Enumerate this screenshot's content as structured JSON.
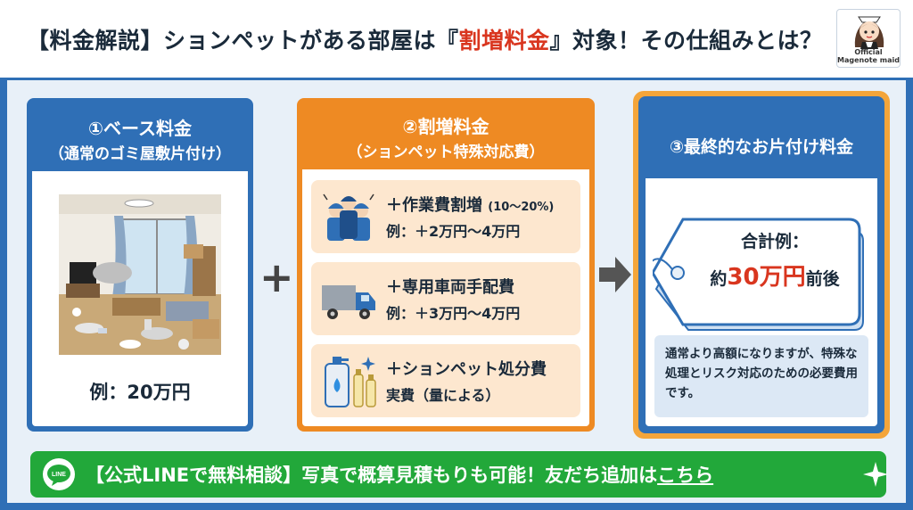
{
  "header": {
    "title_prefix": "【料金解説】ションペットがある部屋は『",
    "title_highlight": "割増料金",
    "title_suffix": "』対象！その仕組みとは？",
    "mascot_label_1": "Official",
    "mascot_label_2": "Magenote maid"
  },
  "box1": {
    "title": "①ベース料金",
    "subtitle": "（通常のゴミ屋敷片付け）",
    "example": "例：20万円"
  },
  "plus_sign": "+",
  "box2": {
    "title": "②割増料金",
    "subtitle": "（ションペット特殊対応費）",
    "items": [
      {
        "label": "＋作業費割増",
        "note": "(10〜20%)",
        "detail": "例：＋2万円〜4万円",
        "icon": "workers-icon"
      },
      {
        "label": "＋専用車両手配費",
        "note": "",
        "detail": "例：＋3万円〜4万円",
        "icon": "truck-icon"
      },
      {
        "label": "＋ションペット処分費",
        "note": "",
        "detail": "実費（量による）",
        "icon": "bottles-icon"
      }
    ]
  },
  "box3": {
    "title": "③最終的なお片付け料金",
    "tag_line1": "合計例：",
    "tag_prefix": "約",
    "tag_amount": "30万円",
    "tag_suffix": "前後",
    "note": "通常より高額になりますが、特殊な処理とリスク対応のための必要費用です。"
  },
  "cta": {
    "icon": "line-icon",
    "logo_text": "LINE",
    "text_main": "【公式LINEで無料相談】写真で概算見積もりも可能！友だち追加は",
    "text_link": "こちら"
  },
  "colors": {
    "blue": "#2f6fb6",
    "orange": "#ee8a23",
    "green": "#22a83a",
    "red": "#d9361f"
  }
}
